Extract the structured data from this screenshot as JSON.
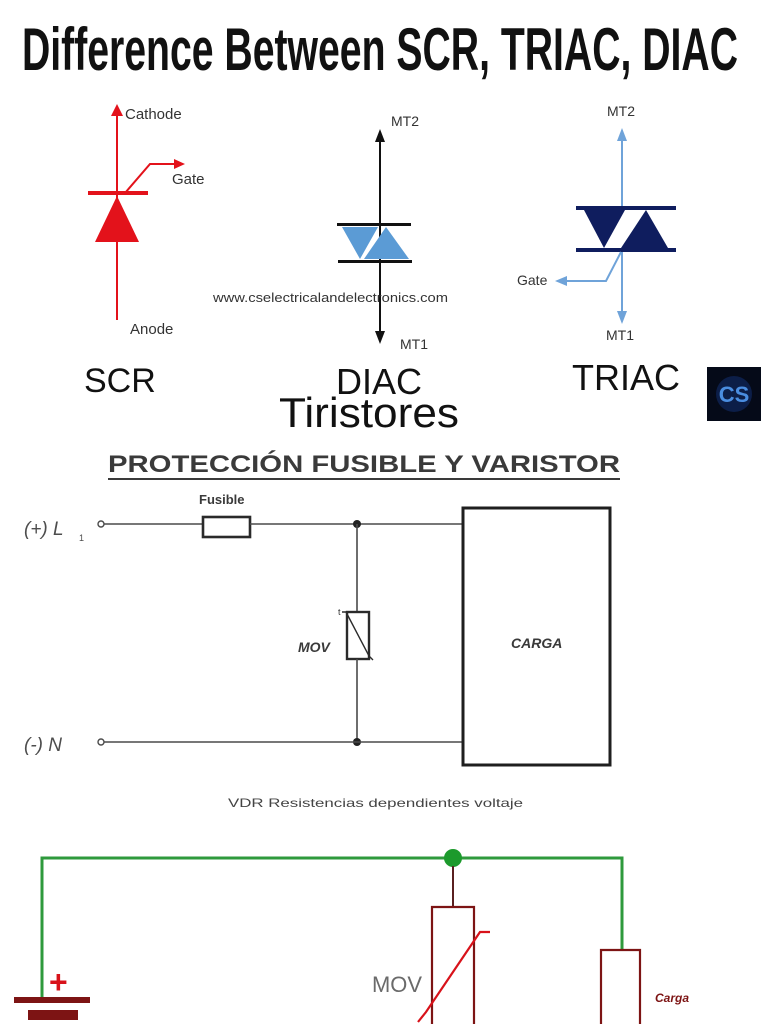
{
  "title": "Difference Between SCR, TRIAC, DIAC",
  "symbols": {
    "scr": {
      "name": "SCR",
      "cathode": "Cathode",
      "gate": "Gate",
      "anode": "Anode"
    },
    "diac": {
      "name": "DIAC",
      "mt2": "MT2",
      "mt1": "MT1"
    },
    "triac": {
      "name": "TRIAC",
      "mt2": "MT2",
      "gate": "Gate",
      "mt1": "MT1"
    },
    "watermark": "www.cselectricalandelectronics.com",
    "logo_text": "CS"
  },
  "caption": "Tiristores",
  "fuse_varistor_circuit": {
    "title": "PROTECCIÓN FUSIBLE Y VARISTOR",
    "positive_terminal": "(+) L",
    "positive_terminal_subscript": "1",
    "negative_terminal": "(-) N",
    "fuse": "Fusible",
    "varistor": "MOV",
    "varistor_mark": "t",
    "load": "CARGA",
    "caption": "VDR Resistencias dependientes voltaje"
  },
  "battery_circuit": {
    "battery_sign": "+",
    "varistor": "MOV",
    "load": "Carga"
  },
  "colors": {
    "scr_red": "#e3121b",
    "diac_blue": "#5b9bd5",
    "triac_navy": "#0f1d5e",
    "triac_lead_blue": "#6fa3d9",
    "wire_green": "#2f9a3c",
    "node_green": "#1c9a2c",
    "component_darkred": "#7d1414",
    "battery_red": "#d8121a"
  }
}
